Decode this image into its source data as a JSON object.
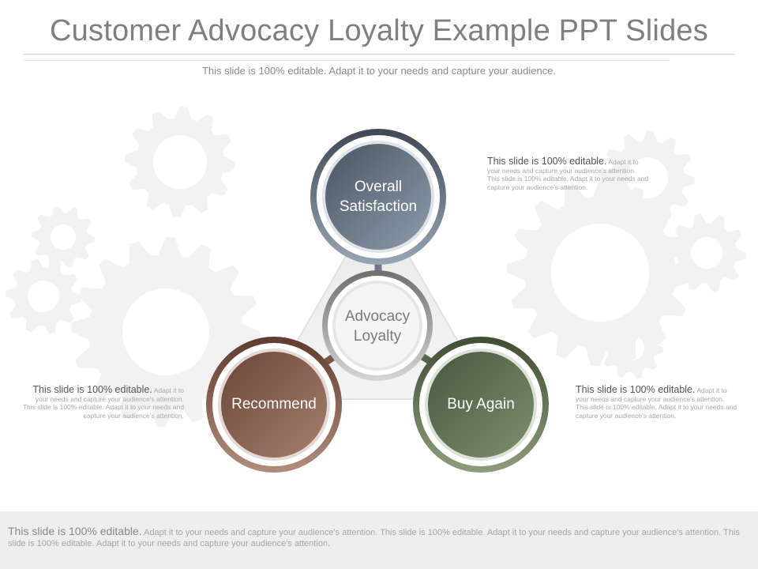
{
  "title": "Customer Advocacy Loyalty Example PPT Slides",
  "subtitle": "This slide is 100% editable. Adapt it to your needs and capture your audience.",
  "diagram": {
    "top": {
      "line1": "Overall",
      "line2": "Satisfaction"
    },
    "left": {
      "label": "Recommend"
    },
    "right": {
      "label": "Buy Again"
    },
    "center": {
      "line1": "Advocacy",
      "line2": "Loyalty"
    }
  },
  "notes": {
    "top_right": {
      "lead": "This slide is 100% editable.",
      "body": " Adapt it to your needs and capture your audience's attention. This slide is 100% editable. Adapt it to your needs and capture your audience's attention."
    },
    "left": {
      "lead": "This slide is 100% editable.",
      "body": " Adapt it to your needs and capture your audience's attention. This slide is 100% editable. Adapt it to your needs and capture your audience's attention."
    },
    "right": {
      "lead": "This slide is 100% editable.",
      "body": " Adapt it to your needs and capture your audience's attention. This slide is 100% editable. Adapt it to your needs and capture your audience's attention."
    }
  },
  "footer": {
    "lead": "This slide is 100% editable.",
    "body": " Adapt it to your needs and capture your audience's attention. This slide is 100% editable. Adapt it to your needs and capture your audience's attention. This slide is 100% editable. Adapt it to your needs and capture your audience's attention."
  },
  "colors": {
    "top_node": "#5b6978",
    "left_node": "#7b5444",
    "right_node": "#56664a",
    "center_ring": "#8c8c8c",
    "background_gear": "#f2f2f2"
  }
}
